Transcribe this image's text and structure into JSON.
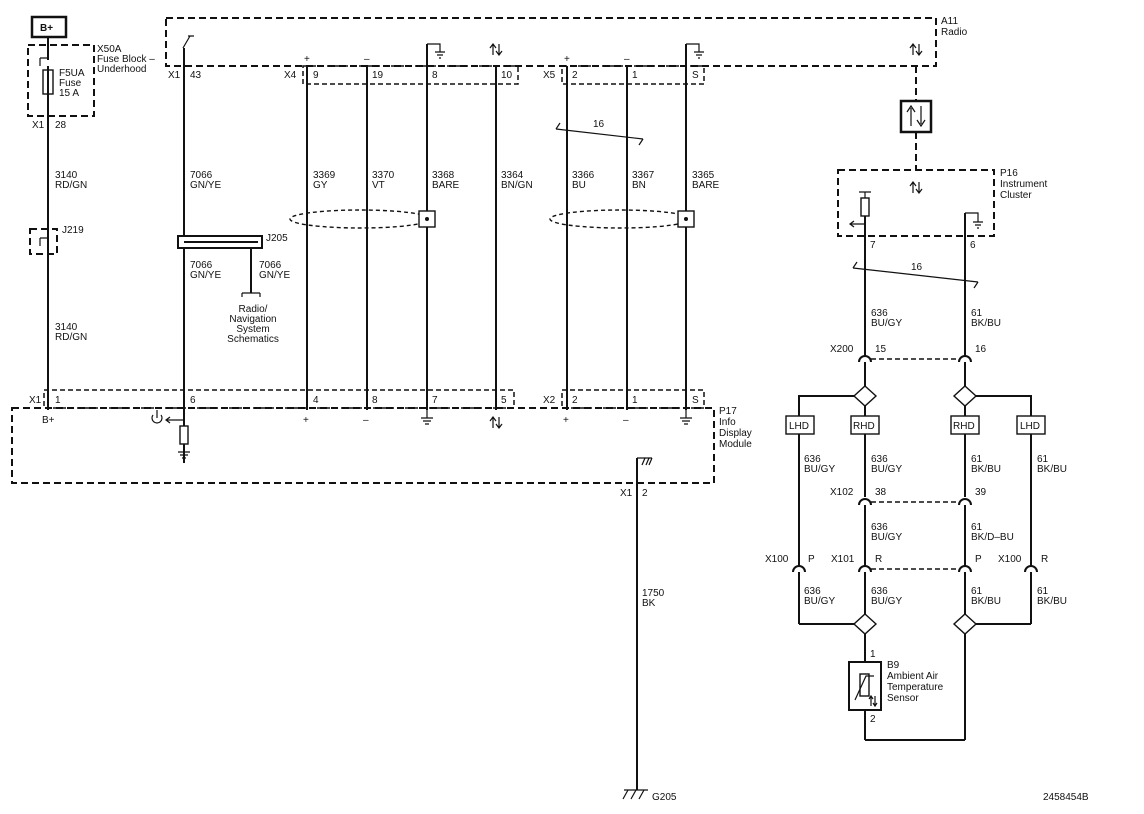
{
  "battery": {
    "label": "B+"
  },
  "fuse_block": {
    "name": "X50A",
    "desc1": "Fuse Block –",
    "desc2": "Underhood",
    "fuse_name": "F5UA",
    "fuse_word": "Fuse",
    "fuse_rating": "15 A",
    "connector": "X1",
    "pin": "28"
  },
  "splice_j219": "J219",
  "splice_j205": "J205",
  "radio": {
    "name": "A11",
    "desc": "Radio"
  },
  "instrument_cluster": {
    "name": "P16",
    "desc1": "Instrument",
    "desc2": "Cluster",
    "pin_left": "7",
    "pin_right": "6"
  },
  "info_display": {
    "name": "P17",
    "desc1": "Info",
    "desc2": "Display",
    "desc3": "Module"
  },
  "sensor": {
    "name": "B9",
    "desc1": "Ambient Air",
    "desc2": "Temperature",
    "desc3": "Sensor",
    "pin_top": "1",
    "pin_bottom": "2"
  },
  "ground": "G205",
  "figure_id": "2458454B",
  "twist_label": "16",
  "radio_ref": {
    "line1": "Radio/",
    "line2": "Navigation",
    "line3": "System",
    "line4": "Schematics"
  },
  "connectors": {
    "x1_top": "X1",
    "x1_top_pin": "43",
    "x4_top": "X4",
    "x4_pins": [
      "9",
      "19",
      "8",
      "10"
    ],
    "x5_top": "X5",
    "x5_pins": [
      "2",
      "1",
      "S"
    ],
    "x1_bot": "X1",
    "x1_bot_pins": [
      "1",
      "6"
    ],
    "x4_bot_pins": [
      "4",
      "8",
      "7",
      "5"
    ],
    "x2_bot": "X2",
    "x2_bot_pins": [
      "2",
      "1",
      "S"
    ],
    "x1_gnd": "X1",
    "x1_gnd_pin": "2",
    "x200": "X200",
    "x200_pins": [
      "15",
      "16"
    ],
    "x102": "X102",
    "x102_pins": [
      "38",
      "39"
    ],
    "x100": "X100",
    "x101": "X101",
    "x100_left_pin": "P",
    "x101_pin": "R",
    "x101_pin_right": "P",
    "x100_right_pin": "R"
  },
  "polarity": {
    "plus": "+",
    "minus": "–",
    "bplus": "B+"
  },
  "wires": {
    "w3140a_num": "3140",
    "w3140a_col": "RD/GN",
    "w3140b_num": "3140",
    "w3140b_col": "RD/GN",
    "w7066_num": "7066",
    "w7066_col": "GN/YE",
    "w7066b_num": "7066",
    "w7066b_col": "GN/YE",
    "w7066c_num": "7066",
    "w7066c_col": "GN/YE",
    "w3369_num": "3369",
    "w3369_col": "GY",
    "w3370_num": "3370",
    "w3370_col": "VT",
    "w3368_num": "3368",
    "w3368_col": "BARE",
    "w3364_num": "3364",
    "w3364_col": "BN/GN",
    "w3366_num": "3366",
    "w3366_col": "BU",
    "w3367_num": "3367",
    "w3367_col": "BN",
    "w3365_num": "3365",
    "w3365_col": "BARE",
    "w636a_num": "636",
    "w636a_col": "BU/GY",
    "w61a_num": "61",
    "w61a_col": "BK/BU",
    "w636lhd_num": "636",
    "w636lhd_col": "BU/GY",
    "w636rhd_num": "636",
    "w636rhd_col": "BU/GY",
    "w61rhd_num": "61",
    "w61rhd_col": "BK/BU",
    "w61lhd_num": "61",
    "w61lhd_col": "BK/BU",
    "w636mid_num": "636",
    "w636mid_col": "BU/GY",
    "w61mid_num": "61",
    "w61mid_col": "BK/D–BU",
    "w636bl_num": "636",
    "w636bl_col": "BU/GY",
    "w636br_num": "636",
    "w636br_col": "BU/GY",
    "w61bl_num": "61",
    "w61bl_col": "BK/BU",
    "w61br_num": "61",
    "w61br_col": "BK/BU",
    "w1750_num": "1750",
    "w1750_col": "BK"
  },
  "options": {
    "lhd": "LHD",
    "rhd": "RHD"
  }
}
